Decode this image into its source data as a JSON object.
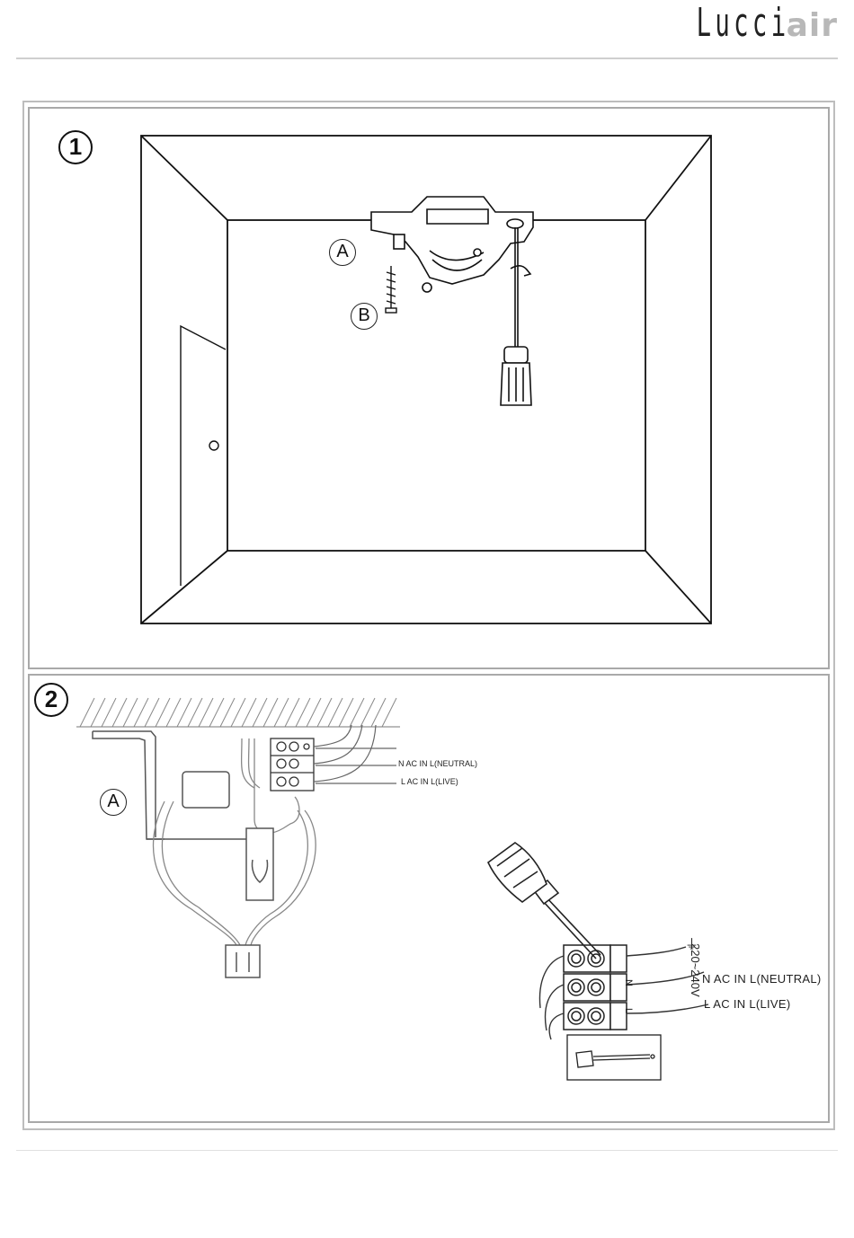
{
  "brand": {
    "name_main": "Lucci",
    "name_accent": "air"
  },
  "steps": [
    {
      "number": "1",
      "labels": {
        "bracket": "A",
        "screw": "B"
      }
    },
    {
      "number": "2",
      "labels": {
        "bracket": "A",
        "small_neutral": "N AC IN L(NEUTRAL)",
        "small_live": "L  AC IN L(LIVE)",
        "terminal_n": "N",
        "terminal_l": "L",
        "voltage": "220~240V",
        "neutral": "N  AC IN L(NEUTRAL)",
        "live": "L  AC IN L(LIVE)",
        "earth_symbol": "⏚"
      }
    }
  ],
  "colors": {
    "line": "#111111",
    "frame": "#bdbdbd",
    "panel_border": "#a9a9a9",
    "accent_dot": "#3aa0d8",
    "accent_text": "#b8b8b8"
  }
}
